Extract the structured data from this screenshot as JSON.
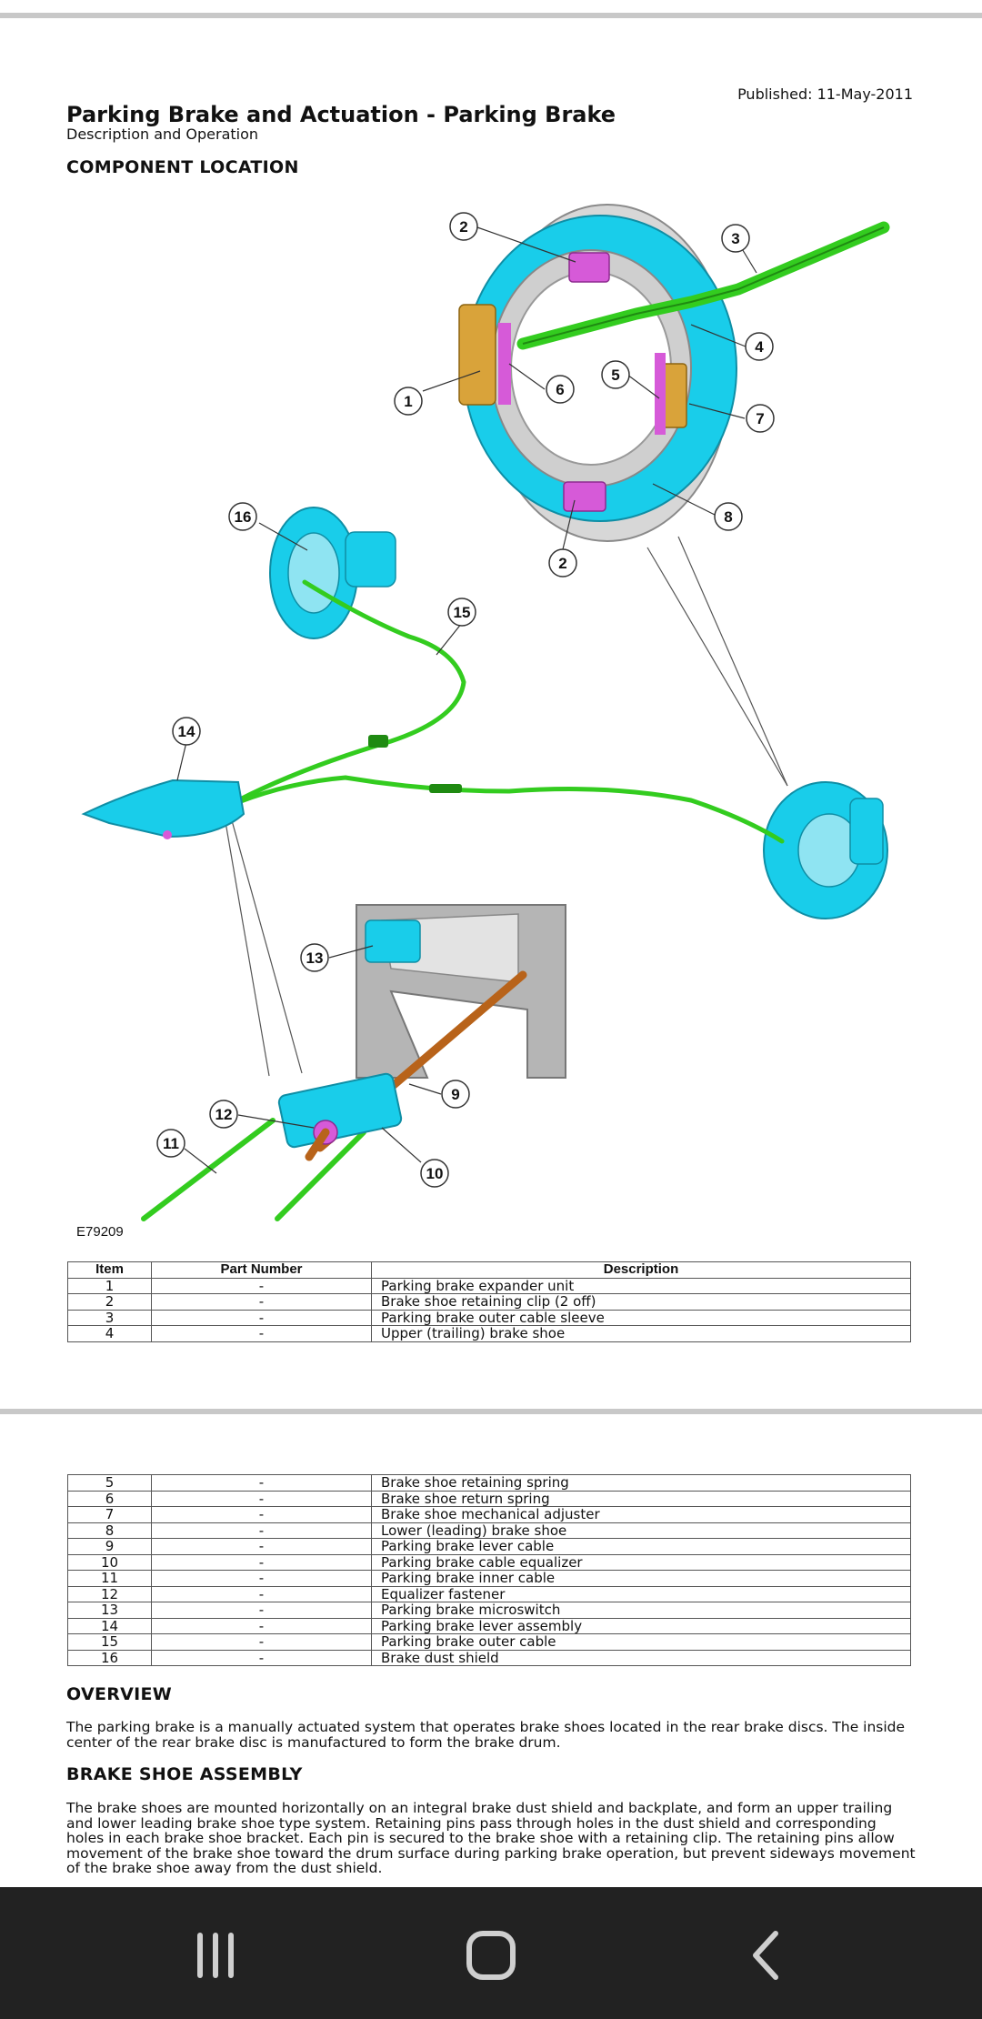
{
  "header": {
    "published": "Published: 11-May-2011",
    "title": "Parking Brake and Actuation - Parking Brake",
    "subtitle": "Description and Operation"
  },
  "sections": {
    "component_location": "COMPONENT LOCATION",
    "overview": "OVERVIEW",
    "brake_shoe_assembly": "BRAKE SHOE ASSEMBLY"
  },
  "diagram": {
    "figure_id": "E79209",
    "callouts": [
      "1",
      "2",
      "3",
      "4",
      "5",
      "6",
      "7",
      "8",
      "9",
      "10",
      "11",
      "12",
      "13",
      "14",
      "15",
      "16"
    ],
    "colors": {
      "component": "#19cdea",
      "cable": "#33cc1f",
      "clip": "#d65ad8",
      "rod": "#b8631a",
      "adjuster": "#d9a33a",
      "shield": "#d7d7d7"
    }
  },
  "table": {
    "headers": [
      "Item",
      "Part Number",
      "Description"
    ],
    "rows_page1": [
      [
        "1",
        "-",
        "Parking brake expander unit"
      ],
      [
        "2",
        "-",
        "Brake shoe retaining clip (2 off)"
      ],
      [
        "3",
        "-",
        "Parking brake outer cable sleeve"
      ],
      [
        "4",
        "-",
        "Upper (trailing) brake shoe"
      ]
    ],
    "rows_page2": [
      [
        "5",
        "-",
        "Brake shoe retaining spring"
      ],
      [
        "6",
        "-",
        "Brake shoe return spring"
      ],
      [
        "7",
        "-",
        "Brake shoe mechanical adjuster"
      ],
      [
        "8",
        "-",
        "Lower (leading) brake shoe"
      ],
      [
        "9",
        "-",
        "Parking brake lever cable"
      ],
      [
        "10",
        "-",
        "Parking brake cable equalizer"
      ],
      [
        "11",
        "-",
        "Parking brake inner cable"
      ],
      [
        "12",
        "-",
        "Equalizer fastener"
      ],
      [
        "13",
        "-",
        "Parking brake microswitch"
      ],
      [
        "14",
        "-",
        "Parking brake lever assembly"
      ],
      [
        "15",
        "-",
        "Parking brake outer cable"
      ],
      [
        "16",
        "-",
        "Brake dust shield"
      ]
    ]
  },
  "text": {
    "overview": "The parking brake is a manually actuated system that operates brake shoes located in the rear brake discs. The inside center of the rear brake disc is manufactured to form the brake drum.",
    "brake_shoe_assembly": "The brake shoes are mounted horizontally on an integral brake dust shield and backplate, and form an upper trailing and lower leading brake shoe type system. Retaining pins pass through holes in the dust shield and corresponding holes in each brake shoe bracket. Each pin is secured to the brake shoe with a retaining clip. The retaining pins allow movement of the brake shoe toward the drum surface during parking brake operation, but prevent sideways movement of the brake shoe away from the dust shield."
  },
  "navbar": {
    "icons": [
      "recent-apps-icon",
      "home-icon",
      "back-icon"
    ],
    "background": "#222222"
  }
}
